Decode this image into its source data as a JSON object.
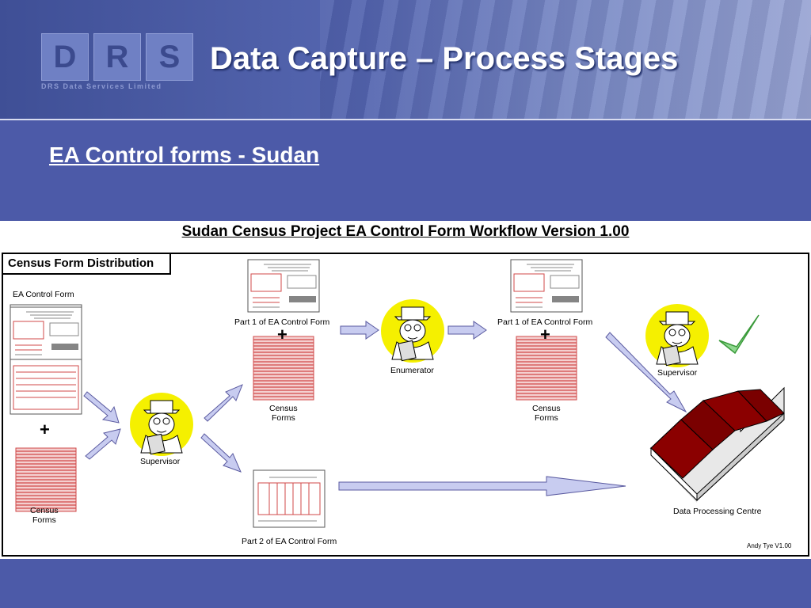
{
  "slide": {
    "title": "Data Capture – Process Stages",
    "subtitle": "EA Control forms - Sudan",
    "logo_text": "DRS",
    "logo_sub": "DRS Data Services Limited"
  },
  "diagram": {
    "title": "Sudan Census Project EA Control Form Workflow Version 1.00",
    "section_label": "Census Form Distribution",
    "ea_control_form_label": "EA Control Form",
    "census_forms_label_1": "Census",
    "census_forms_label_2": "Forms",
    "supervisor_label": "Supervisor",
    "part1_label": "Part 1 of EA Control Form",
    "part2_label": "Part 2 of EA Control Form",
    "enumerator_label": "Enumerator",
    "dpc_label": "Data Processing Centre",
    "plus": "+",
    "credit": "Andy Tye V1.00"
  },
  "colors": {
    "background": "#4c5aa8",
    "arrow_fill": "#c8ccf0",
    "arrow_stroke": "#5a5aa0",
    "form_red": "#d04848",
    "building_roof": "#8b0000",
    "face_yellow": "#f5f000",
    "check_green": "#60c060"
  }
}
